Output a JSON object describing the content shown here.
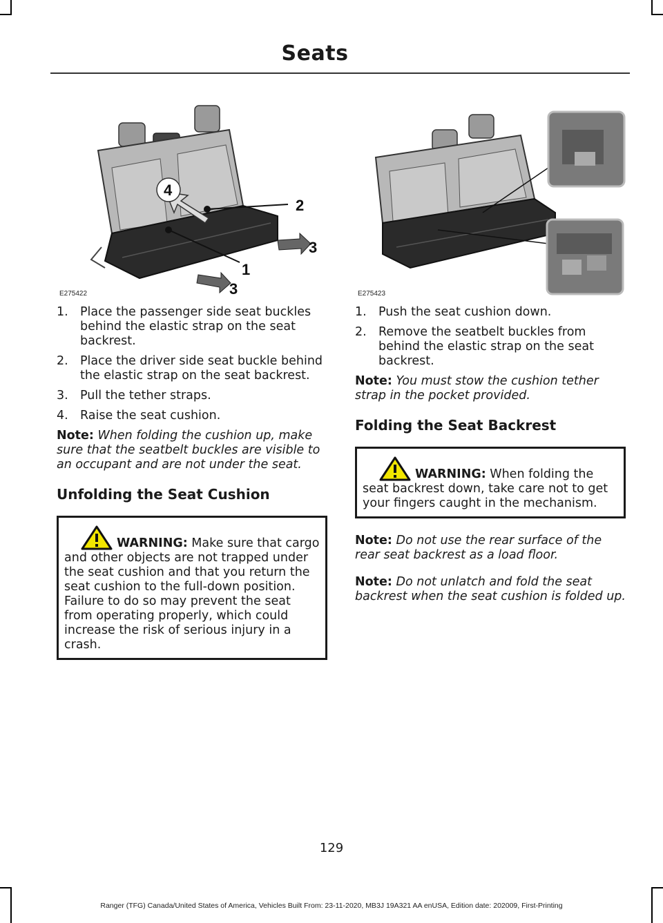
{
  "header": {
    "title": "Seats"
  },
  "figures": {
    "left": {
      "code": "E275422",
      "callouts": {
        "c1": "1",
        "c2": "2",
        "c3a": "3",
        "c3b": "3",
        "c4": "4"
      }
    },
    "right": {
      "code": "E275423"
    }
  },
  "left_column": {
    "steps": [
      {
        "num": "1.",
        "text": "Place the passenger side seat buckles behind the elastic strap on the seat backrest."
      },
      {
        "num": "2.",
        "text": "Place the driver side seat buckle behind the elastic strap on the seat backrest."
      },
      {
        "num": "3.",
        "text": "Pull the tether straps."
      },
      {
        "num": "4.",
        "text": "Raise the seat cushion."
      }
    ],
    "note": {
      "label": "Note:",
      "text": "When folding the cushion up, make sure that the seatbelt buckles are visible to an occupant and are not under the seat."
    },
    "heading": "Unfolding the Seat Cushion",
    "warning": {
      "label": "WARNING:",
      "text": "Make sure that cargo and other objects are not trapped under the seat cushion and that you return the seat cushion to the full-down position. Failure to do so may prevent the seat from operating properly, which could increase the risk of serious injury in a crash."
    }
  },
  "right_column": {
    "steps": [
      {
        "num": "1.",
        "text": "Push the seat cushion down."
      },
      {
        "num": "2.",
        "text": "Remove the seatbelt buckles from behind the elastic strap on the seat backrest."
      }
    ],
    "note1": {
      "label": "Note:",
      "text": "You must stow the cushion tether strap in the pocket provided."
    },
    "heading": "Folding the Seat Backrest",
    "warning": {
      "label": "WARNING:",
      "text": "When folding the seat backrest down, take care not to get your fingers caught in the mechanism."
    },
    "note2": {
      "label": "Note:",
      "text": "Do not use the rear surface of the rear seat backrest as a load floor."
    },
    "note3": {
      "label": "Note:",
      "text": "Do not unlatch and fold the seat backrest when the seat cushion is folded up."
    }
  },
  "footer": {
    "page_number": "129",
    "text": "Ranger (TFG) Canada/United States of America, Vehicles Built From: 23-11-2020, MB3J 19A321 AA enUSA, Edition date: 202009, First-Printing"
  }
}
